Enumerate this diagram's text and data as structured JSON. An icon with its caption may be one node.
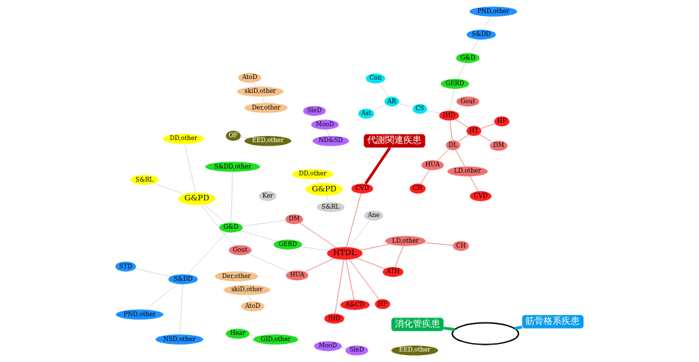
{
  "diagram": {
    "nodes": [
      {
        "text": [
          "Con"
        ]
      },
      {
        "text": [
          "AR"
        ]
      },
      {
        "text": [
          "Ast"
        ]
      },
      {
        "text": [
          "CS"
        ]
      },
      {
        "text": [
          "SleD"
        ]
      },
      {
        "text": [
          "MooD"
        ]
      },
      {
        "text": [
          "ND&SD"
        ]
      },
      {
        "text": [
          "Gout"
        ]
      },
      {
        "text": [
          "CH"
        ]
      },
      {
        "text": [
          "HUA"
        ]
      },
      {
        "text": [
          "LD,other"
        ]
      },
      {
        "text": [
          "DL"
        ]
      },
      {
        "text": [
          "IHD"
        ]
      },
      {
        "text": [
          "CVD"
        ]
      },
      {
        "text": [
          "HT"
        ]
      },
      {
        "text": [
          "DM"
        ]
      },
      {
        "text": [
          "HF"
        ]
      },
      {
        "text": [
          "OF"
        ]
      },
      {
        "text": [
          "EED,other"
        ]
      },
      {
        "text": [
          "PND,other"
        ]
      },
      {
        "text": [
          "S&DD"
        ]
      },
      {
        "text": [
          "G&D"
        ]
      },
      {
        "text": [
          "GERD"
        ]
      },
      {
        "text": [
          "DD,other"
        ]
      },
      {
        "text": [
          "G&PD"
        ]
      },
      {
        "text": [
          "S&RL"
        ]
      },
      {
        "text": [
          "AtoD"
        ]
      },
      {
        "text": [
          "skiD,other"
        ]
      },
      {
        "text": [
          "Der,other"
        ]
      },
      {
        "text": [
          "消化管疾患"
        ]
      },
      {
        "text": [
          "筋骨格系疾患"
        ]
      },
      {
        "text": [
          "Ker"
        ]
      },
      {
        "text": [
          "PND,other"
        ]
      },
      {
        "text": [
          "S&DD"
        ]
      },
      {
        "text": [
          "NSD,other"
        ]
      },
      {
        "text": [
          "G&D"
        ]
      },
      {
        "text": [
          "STD"
        ]
      },
      {
        "text": [
          "EED,other"
        ]
      },
      {
        "text": [
          "GERD"
        ]
      },
      {
        "text": [
          "IHD"
        ]
      },
      {
        "text": [
          "DM"
        ]
      },
      {
        "text": [
          "HF"
        ]
      },
      {
        "text": [
          "HTDL"
        ]
      },
      {
        "text": [
          "HUA"
        ]
      },
      {
        "text": [
          "A&CD"
        ]
      },
      {
        "text": [
          "LD,other"
        ]
      },
      {
        "text": [
          "CH"
        ]
      },
      {
        "text": [
          "CVD"
        ]
      },
      {
        "text": [
          "ATH"
        ]
      },
      {
        "text": [
          "Gout"
        ]
      },
      {
        "text": [
          "S&DD,other"
        ]
      },
      {
        "text": [
          "Der,other"
        ]
      },
      {
        "text": [
          "skiD,other"
        ]
      },
      {
        "text": [
          "AtoD"
        ]
      },
      {
        "text": [
          "DD,other"
        ]
      },
      {
        "text": [
          "G&PD"
        ]
      },
      {
        "text": [
          "S&RL"
        ]
      },
      {
        "text": [
          "代謝関連疾患"
        ]
      },
      {
        "text": [
          "Ane"
        ]
      },
      {
        "text": [
          "MooD"
        ]
      },
      {
        "text": [
          "SleD"
        ]
      },
      {
        "text": [
          "Hear"
        ]
      },
      {
        "text": [
          "GID,other"
        ]
      },
      {
        "text": [],
        "shape": "ellipse"
      }
    ],
    "edges": [
      {
        "from": 0,
        "to": 1,
        "arrow": "none"
      },
      {
        "from": 1,
        "to": 2,
        "arrow": "none"
      },
      {
        "from": 1,
        "to": 3,
        "arrow": "none"
      },
      {
        "from": 3,
        "to": 12,
        "arrow": "none"
      },
      {
        "from": 4,
        "to": 5,
        "arrow": "none"
      },
      {
        "from": 5,
        "to": 6,
        "arrow": "none"
      },
      {
        "from": 7,
        "to": 12,
        "arrow": "none"
      },
      {
        "from": 12,
        "to": 14,
        "arrow": "none",
        "color": "#e53935"
      },
      {
        "from": 12,
        "to": 11,
        "arrow": "none",
        "color": "#e53935"
      },
      {
        "from": 14,
        "to": 11,
        "arrow": "none",
        "color": "#e53935"
      },
      {
        "from": 14,
        "to": 15,
        "arrow": "none",
        "color": "#e53935"
      },
      {
        "from": 14,
        "to": 16,
        "arrow": "none",
        "color": "#e53935"
      },
      {
        "from": 11,
        "to": 9,
        "arrow": "none",
        "color": "#e53935"
      },
      {
        "from": 11,
        "to": 10,
        "arrow": "none",
        "color": "#e53935"
      },
      {
        "from": 9,
        "to": 8,
        "arrow": "none",
        "color": "#e53935"
      },
      {
        "from": 10,
        "to": 13,
        "arrow": "none",
        "color": "#e53935"
      },
      {
        "from": 17,
        "to": 18,
        "arrow": "none"
      },
      {
        "from": 19,
        "to": 20,
        "arrow": "none"
      },
      {
        "from": 20,
        "to": 21,
        "arrow": "none"
      },
      {
        "from": 21,
        "to": 22,
        "arrow": "none"
      },
      {
        "from": 22,
        "to": 12,
        "arrow": "none"
      },
      {
        "from": 23,
        "to": 24,
        "arrow": "none"
      },
      {
        "from": 24,
        "to": 25,
        "arrow": "none"
      },
      {
        "from": 26,
        "to": 27,
        "arrow": "none"
      },
      {
        "from": 27,
        "to": 28,
        "arrow": "none"
      },
      {
        "from": 29,
        "to": 63,
        "arrow": "none",
        "style": "thick",
        "color": "#00b050"
      },
      {
        "from": 30,
        "to": 63,
        "arrow": "none",
        "style": "thick",
        "color": "#0a9bef"
      },
      {
        "from": 57,
        "to": 47,
        "arrow": "none",
        "style": "thick",
        "color": "#c00000"
      },
      {
        "from": 42,
        "to": 39,
        "arrow": "none",
        "color": "#e53935"
      },
      {
        "from": 42,
        "to": 41,
        "arrow": "none",
        "color": "#e53935"
      },
      {
        "from": 42,
        "to": 44,
        "arrow": "none",
        "color": "#e53935"
      },
      {
        "from": 42,
        "to": 47,
        "arrow": "none",
        "color": "#e53935"
      },
      {
        "from": 42,
        "to": 40,
        "arrow": "none",
        "color": "#e53935"
      },
      {
        "from": 42,
        "to": 43,
        "arrow": "none",
        "color": "#e53935"
      },
      {
        "from": 42,
        "to": 45,
        "arrow": "none",
        "color": "#e53935"
      },
      {
        "from": 42,
        "to": 48,
        "arrow": "none",
        "color": "#e53935"
      },
      {
        "from": 45,
        "to": 46,
        "arrow": "none",
        "color": "#e53935"
      },
      {
        "from": 45,
        "to": 48,
        "arrow": "none",
        "color": "#e53935"
      },
      {
        "from": 43,
        "to": 49,
        "arrow": "none"
      },
      {
        "from": 42,
        "to": 38,
        "arrow": "none"
      },
      {
        "from": 40,
        "to": 35,
        "arrow": "none"
      },
      {
        "from": 35,
        "to": 38,
        "arrow": "none"
      },
      {
        "from": 35,
        "to": 33,
        "arrow": "none"
      },
      {
        "from": 33,
        "to": 32,
        "arrow": "none"
      },
      {
        "from": 33,
        "to": 34,
        "arrow": "none"
      },
      {
        "from": 33,
        "to": 36,
        "arrow": "none"
      },
      {
        "from": 35,
        "to": 50,
        "arrow": "none"
      },
      {
        "from": 35,
        "to": 55,
        "arrow": "none"
      },
      {
        "from": 49,
        "to": 55,
        "arrow": "none"
      },
      {
        "from": 55,
        "to": 54,
        "arrow": "none"
      },
      {
        "from": 55,
        "to": 56,
        "arrow": "none"
      },
      {
        "from": 42,
        "to": 58,
        "arrow": "none"
      },
      {
        "from": 59,
        "to": 60,
        "arrow": "none"
      },
      {
        "from": 61,
        "to": 62,
        "arrow": "none"
      },
      {
        "from": 51,
        "to": 52,
        "arrow": "none"
      },
      {
        "from": 52,
        "to": 53,
        "arrow": "none"
      }
    ]
  }
}
